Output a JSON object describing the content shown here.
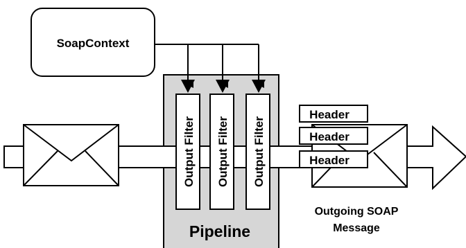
{
  "diagram": {
    "context_box": {
      "label": "SoapContext"
    },
    "pipeline": {
      "label": "Pipeline",
      "filters": [
        {
          "label": "Output Filter"
        },
        {
          "label": "Output Filter"
        },
        {
          "label": "Output Filter"
        }
      ]
    },
    "headers": [
      {
        "label": "Header"
      },
      {
        "label": "Header"
      },
      {
        "label": "Header"
      }
    ],
    "outgoing_message": {
      "line1": "Outgoing SOAP",
      "line2": "Message"
    }
  }
}
